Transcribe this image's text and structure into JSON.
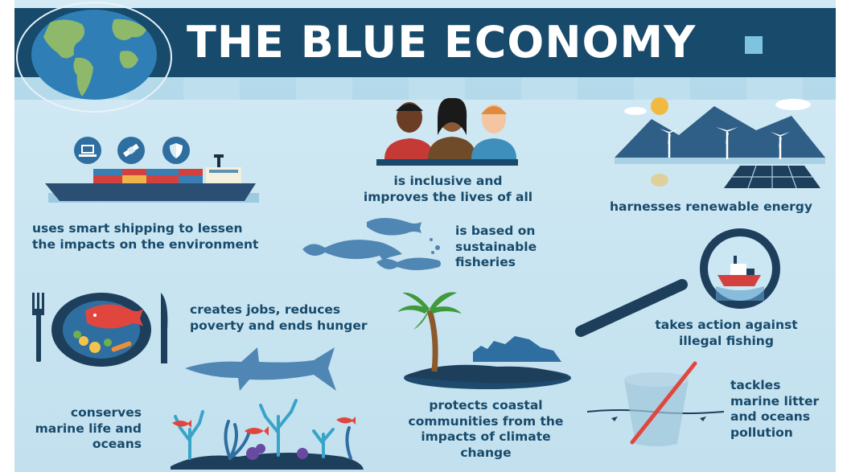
{
  "header": {
    "title": "THE BLUE ECONOMY"
  },
  "captions": {
    "shipping": [
      "uses smart shipping to lessen",
      "the impacts on the environment"
    ],
    "inclusive": [
      "is inclusive and",
      "improves the lives of all"
    ],
    "renewable": [
      "harnesses renewable energy"
    ],
    "fisheries": [
      "is based on",
      "sustainable",
      "fisheries"
    ],
    "jobs": [
      "creates jobs, reduces",
      "poverty and ends hunger"
    ],
    "illegal_fishing": [
      "takes action against",
      "illegal fishing"
    ],
    "conserves": [
      "conserves",
      "marine life and",
      "oceans"
    ],
    "coastal": [
      "protects coastal",
      "communities from the",
      "impacts of climate",
      "change"
    ],
    "litter": [
      "tackles",
      "marine litter",
      "and oceans",
      "pollution"
    ]
  },
  "icons": [
    "globe-icon",
    "laptop-icon",
    "satellite-icon",
    "shield-icon",
    "cargo-ship-icon",
    "people-icon",
    "wind-turbine-icon",
    "solar-panel-icon",
    "fish-icon",
    "plate-icon",
    "fork-icon",
    "knife-icon",
    "magnifying-glass-icon",
    "shark-icon",
    "coral-reef-icon",
    "palm-island-icon",
    "plastic-cup-icon"
  ],
  "colors": {
    "navy": "#174a6b",
    "background": "#cbe6f2",
    "accent": "#7ec3e0"
  }
}
